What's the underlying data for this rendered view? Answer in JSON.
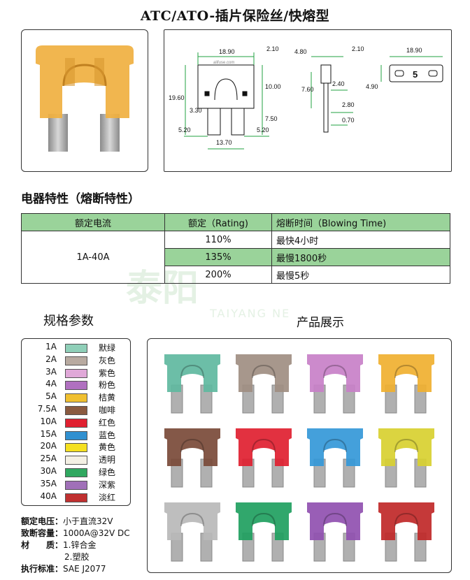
{
  "title": "ATC/ATO-插片保险丝/快熔型",
  "watermark": {
    "logo": "泰阳",
    "text": "TAIYANG NE"
  },
  "drawing": {
    "dims": [
      "18.90",
      "2.10",
      "19.60",
      "10.00",
      "7.50",
      "3.30",
      "5.20",
      "5.20",
      "13.70",
      "4.80",
      "2.10",
      "7.60",
      "2.40",
      "2.80",
      "0.70",
      "18.90",
      "4.90"
    ],
    "brand": "alifuse.com",
    "rating_mark": "5"
  },
  "electrical": {
    "heading": "电器特性（熔断特性）",
    "columns": [
      "额定电流",
      "额定（Rating)",
      "熔断时间（Blowing Time)"
    ],
    "current": "1A-40A",
    "rows": [
      {
        "rating": "110%",
        "time": "最快4小时"
      },
      {
        "rating": "135%",
        "time": "最慢1800秒"
      },
      {
        "rating": "200%",
        "time": "最慢5秒"
      }
    ]
  },
  "specs_heading": "规格参数",
  "showcase_heading": "产品展示",
  "colors": [
    {
      "amp": "1A",
      "name": "默绿",
      "hex": "#8fcfb8"
    },
    {
      "amp": "2A",
      "name": "灰色",
      "hex": "#b8aaa0"
    },
    {
      "amp": "3A",
      "name": "紫色",
      "hex": "#e0a8d8"
    },
    {
      "amp": "4A",
      "name": "粉色",
      "hex": "#b070c0"
    },
    {
      "amp": "5A",
      "name": "桔黄",
      "hex": "#f0c030"
    },
    {
      "amp": "7.5A",
      "name": "咖啡",
      "hex": "#8a5a40"
    },
    {
      "amp": "10A",
      "name": "红色",
      "hex": "#e02030"
    },
    {
      "amp": "15A",
      "name": "蓝色",
      "hex": "#3090d0"
    },
    {
      "amp": "20A",
      "name": "黄色",
      "hex": "#f5e020"
    },
    {
      "amp": "25A",
      "name": "透明",
      "hex": "#f4f0e4"
    },
    {
      "amp": "30A",
      "name": "绿色",
      "hex": "#30a860"
    },
    {
      "amp": "35A",
      "name": "深紫",
      "hex": "#a070b8"
    },
    {
      "amp": "40A",
      "name": "淡红",
      "hex": "#c03030"
    }
  ],
  "info": [
    {
      "label": "额定电压：",
      "value": "小于直流32V"
    },
    {
      "label": "致断容量：",
      "value": "1000A@32V DC"
    },
    {
      "label": "材　　质：",
      "value": "1.锌合金"
    },
    {
      "label": "",
      "value": "2.塑胶"
    },
    {
      "label": "执行标准：",
      "value": "SAE J2077"
    }
  ],
  "gallery_colors": [
    "#5fb8a0",
    "#a08e82",
    "#c880c8",
    "#f0b030",
    "#7a4a38",
    "#e02030",
    "#3498d8",
    "#d8d030",
    "#b8b8b8",
    "#20a060",
    "#9050b0",
    "#c02828"
  ],
  "photo_color": "#f0b040"
}
